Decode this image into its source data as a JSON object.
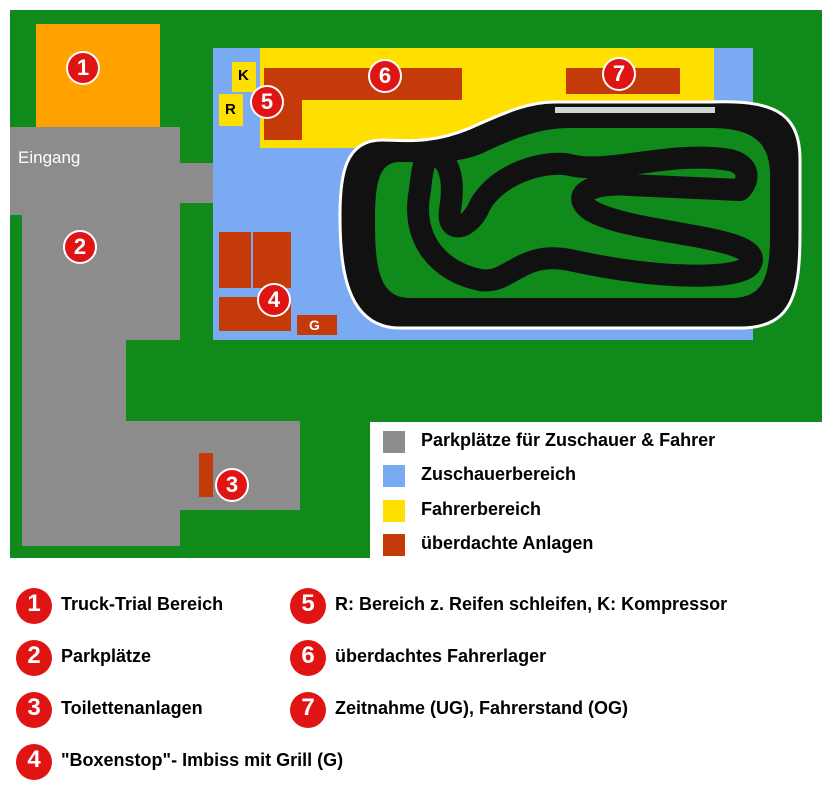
{
  "colors": {
    "grass": "#0f8a1b",
    "parking": "#8c8c8c",
    "spectator": "#7aaaf2",
    "driver": "#ffdf00",
    "covered": "#c43a08",
    "trial": "#ffa200",
    "track": "#111111",
    "marker": "#e11414"
  },
  "map": {
    "entrance_label": "Eingang",
    "markers": [
      "1",
      "2",
      "3",
      "4",
      "5",
      "6",
      "7"
    ],
    "r_label": "R",
    "k_label": "K",
    "g_label": "G"
  },
  "legend": [
    {
      "label": "Parkplätze für Zuschauer & Fahrer",
      "color": "#8c8c8c"
    },
    {
      "label": "Zuschauerbereich",
      "color": "#7aaaf2"
    },
    {
      "label": "Fahrerbereich",
      "color": "#ffdf00"
    },
    {
      "label": "überdachte Anlagen",
      "color": "#c43a08"
    }
  ],
  "key": [
    {
      "num": "1",
      "label": "Truck-Trial Bereich"
    },
    {
      "num": "2",
      "label": "Parkplätze"
    },
    {
      "num": "3",
      "label": "Toilettenanlagen"
    },
    {
      "num": "4",
      "label": "\"Boxenstop\"- Imbiss mit Grill (G)"
    },
    {
      "num": "5",
      "label": "R: Bereich z. Reifen schleifen, K: Kompressor"
    },
    {
      "num": "6",
      "label": "überdachtes Fahrerlager"
    },
    {
      "num": "7",
      "label": "Zeitnahme (UG), Fahrerstand (OG)"
    }
  ]
}
